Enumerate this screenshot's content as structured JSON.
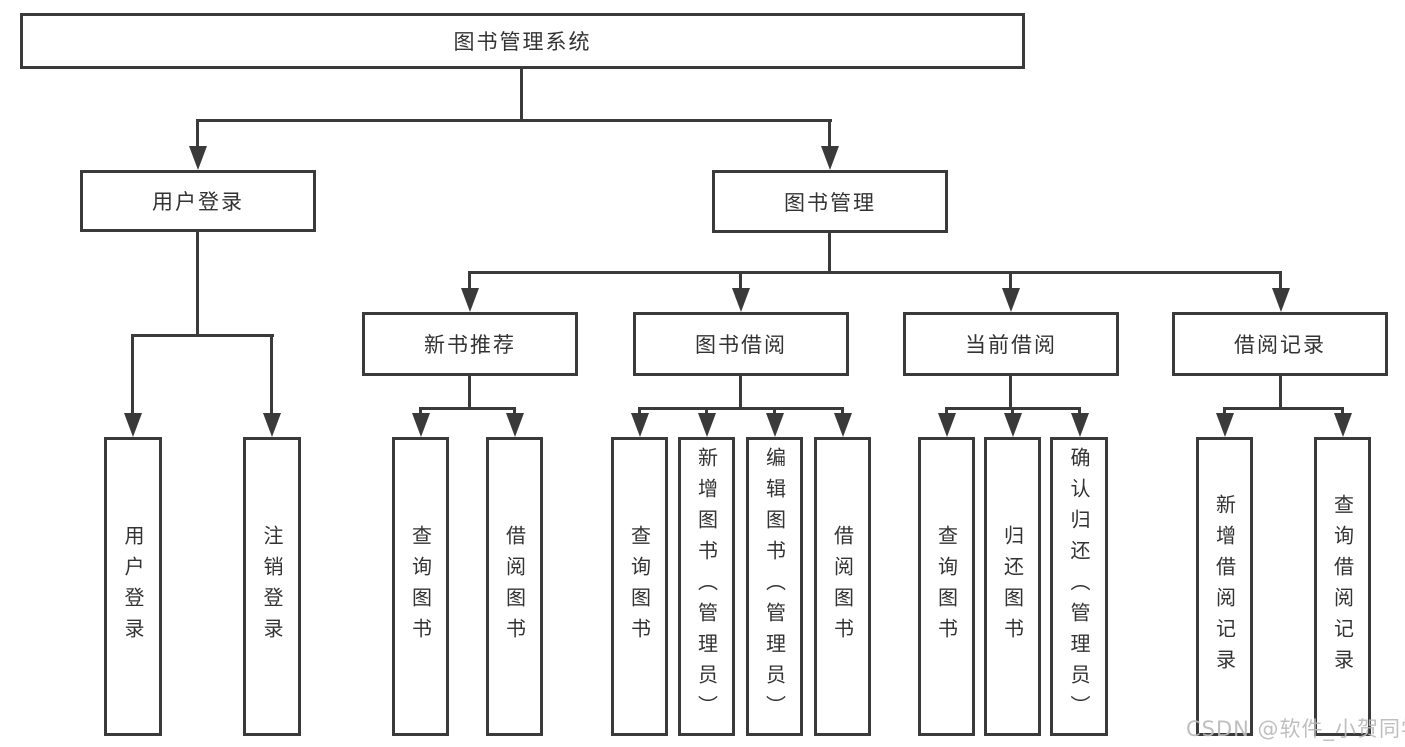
{
  "tree": {
    "root": "图书管理系统",
    "branches": [
      {
        "label": "用户登录",
        "children": [
          "用户登录",
          "注销登录"
        ]
      },
      {
        "label": "图书管理",
        "modules": [
          {
            "label": "新书推荐",
            "children": [
              "查询图书",
              "借阅图书"
            ]
          },
          {
            "label": "图书借阅",
            "children": [
              "查询图书",
              "新增图书（管理员）",
              "编辑图书（管理员）",
              "借阅图书"
            ]
          },
          {
            "label": "当前借阅",
            "children": [
              "查询图书",
              "归还图书",
              "确认归还（管理员）"
            ]
          },
          {
            "label": "借阅记录",
            "children": [
              "新增借阅记录",
              "查询借阅记录"
            ]
          }
        ]
      }
    ]
  },
  "colors": {
    "line": "#3a3a3a",
    "text": "#333333",
    "background": "#ffffff",
    "watermark": "#bababa"
  },
  "watermark": {
    "text": "CSDN @软件_小贺同学"
  }
}
